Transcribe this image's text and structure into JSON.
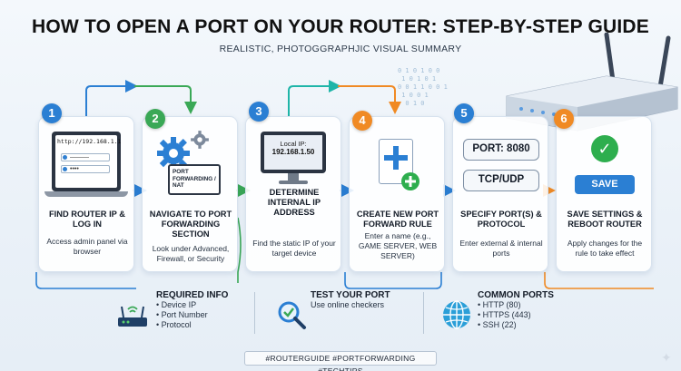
{
  "title": "HOW TO OPEN A PORT ON YOUR ROUTER: STEP-BY-STEP GUIDE",
  "subtitle": "REALISTIC, PHOTOGGRAPHJIC VISUAL SUMMARY",
  "binary": "0 1 0 1 0 0\n 1 0 1 0 1\n0 0 1 1 0 0 1\n 1 0 0 1\n  0 1 0",
  "steps": [
    {
      "num": "1",
      "color": "#2b7fd3",
      "title": "FIND ROUTER IP & LOG IN",
      "desc": "Access admin panel via browser",
      "url": "http://192.168.1.1",
      "user": "———",
      "pass": "••••"
    },
    {
      "num": "2",
      "color": "#3aa856",
      "title": "NAVIGATE TO PORT FORWARDING SECTION",
      "desc": "Look under Advanced, Firewall, or Security",
      "screen_text": "PORT FORWARDING / NAT"
    },
    {
      "num": "3",
      "color": "#2b7fd3",
      "title": "DETERMINE INTERNAL IP ADDRESS",
      "desc": "Find the static IP of your target device",
      "screen_line1": "Local IP:",
      "screen_line2": "192.168.1.50"
    },
    {
      "num": "4",
      "color": "#f08a24",
      "title": "CREATE NEW PORT FORWARD RULE",
      "desc": "Enter a name (e.g., GAME SERVER, WEB SERVER)"
    },
    {
      "num": "5",
      "color": "#2b7fd3",
      "title": "SPECIFY PORT(S) & PROTOCOL",
      "desc": "Enter external & internal ports",
      "port_label": "PORT: 8080",
      "protocol_label": "TCP/UDP"
    },
    {
      "num": "6",
      "color": "#f08a24",
      "title": "SAVE SETTINGS & REBOOT ROUTER",
      "desc": "Apply changes for the rule to take effect",
      "save_label": "SAVE"
    }
  ],
  "info": {
    "required": {
      "heading": "REQUIRED INFO",
      "items": [
        "Device IP",
        "Port Number",
        "Protocol"
      ]
    },
    "test": {
      "heading": "TEST YOUR PORT",
      "text": "Use online checkers"
    },
    "common": {
      "heading": "COMMON PORTS",
      "items": [
        "HTTP (80)",
        "HTTPS (443)",
        "SSH (22)"
      ]
    }
  },
  "hashtags": "#ROUTERGUIDE #PORTFORWARDING #TECHTIPS",
  "icons": {
    "router": "router-icon",
    "gear": "gear-icon",
    "plus": "plus-icon",
    "check": "check-icon",
    "search": "magnifier-check-icon",
    "globe": "globe-icon",
    "sparkle": "sparkle-icon"
  },
  "colors": {
    "blue": "#2b7fd3",
    "green": "#3aa856",
    "orange": "#f08a24",
    "teal": "#1fb5a8"
  }
}
